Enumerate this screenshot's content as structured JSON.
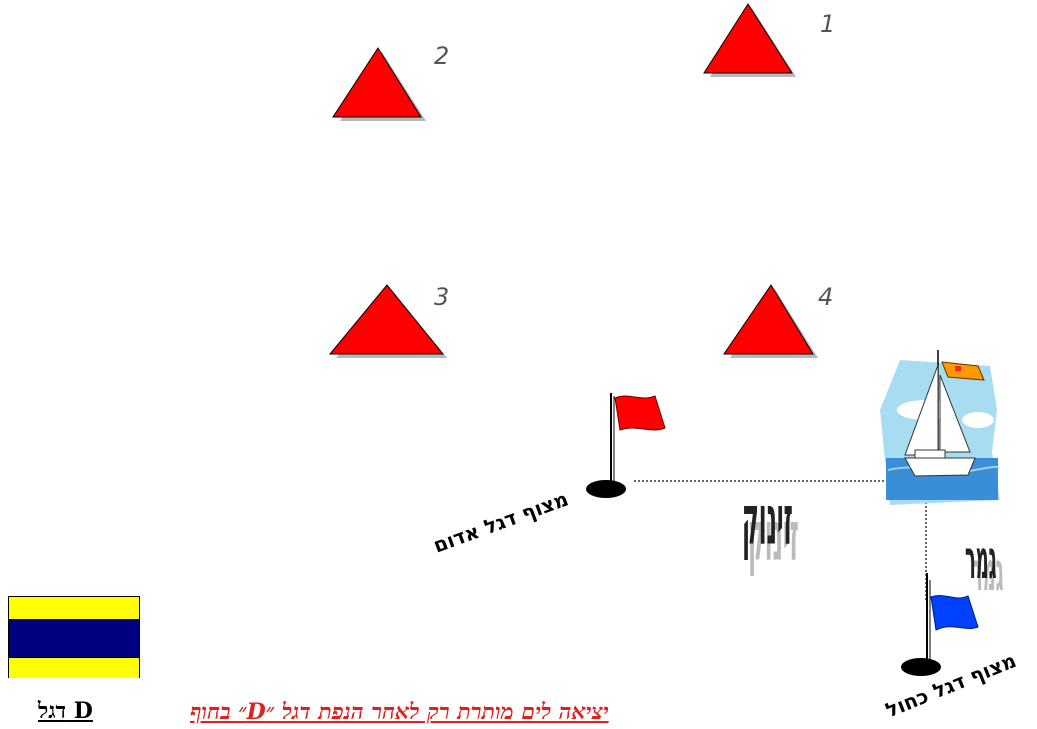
{
  "buoys": [
    {
      "number": "1",
      "color": "#ff0000"
    },
    {
      "number": "2",
      "color": "#ff0000"
    },
    {
      "number": "3",
      "color": "#ff0000"
    },
    {
      "number": "4",
      "color": "#ff0000"
    }
  ],
  "labels": {
    "start": "זינוק",
    "finish": "גמר",
    "red_flag_marker": "מצוף דגל אדום",
    "blue_flag_marker": "מצוף דגל כחול"
  },
  "flag_d": {
    "label": "דגל  D",
    "colors": {
      "outer": "#ffff00",
      "inner": "#000080"
    }
  },
  "rule_text": "יציאה לים מותרת רק לאחר הנפת דגל  ״D״  בחוף",
  "colors": {
    "red_flag": "#ff0000",
    "blue_flag": "#0040ff",
    "sky": "#a8dcf0",
    "water": "#3a8ed8",
    "sail_flag": "#ff9900"
  },
  "icons": [
    "triangle-buoy-icon",
    "red-flag-icon",
    "blue-flag-icon",
    "sailboat-icon"
  ]
}
